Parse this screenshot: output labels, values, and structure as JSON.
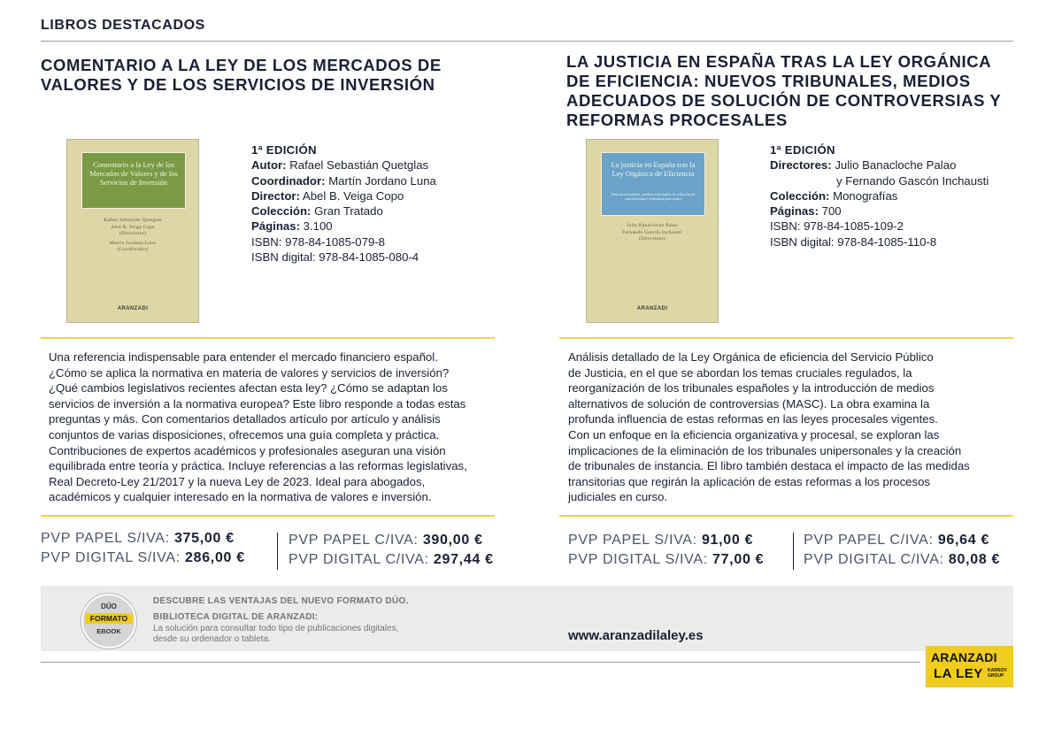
{
  "header": {
    "title": "LIBROS DESTACADOS"
  },
  "books": [
    {
      "title": "COMENTARIO A LA LEY DE LOS MERCADOS DE VALORES Y DE LOS SERVICIOS DE INVERSIÓN",
      "cover": {
        "title": "Comentario a la Ley de los Mercados de Valores y de los Servicios de Inversión",
        "authors": [
          "Rafael Sebastián Quetglas",
          "Abel B. Veiga Copo",
          "(Directores)",
          "Martín Jordano Luna",
          "(Coordinador)"
        ],
        "brand": "ARANZADI",
        "panel_color": "#7a9a46"
      },
      "edition": "1ª EDICIÓN",
      "meta": [
        {
          "label": "Autor:",
          "value": "Rafael Sebastián Quetglas"
        },
        {
          "label": "Coordinador:",
          "value": "Martín Jordano Luna"
        },
        {
          "label": "Director:",
          "value": "Abel B. Veiga Copo"
        },
        {
          "label": "Colección:",
          "value": "Gran Tratado"
        },
        {
          "label": "Páginas:",
          "value": "3.100"
        }
      ],
      "isbn": "ISBN: 978-84-1085-079-8",
      "isbn_digital": "ISBN digital: 978-84-1085-080-4",
      "description": [
        "Una referencia indispensable para entender el mercado financiero español.",
        "¿Cómo se aplica la normativa en materia de valores y servicios de inversión?",
        "¿Qué cambios legislativos recientes afectan esta ley? ¿Cómo se adaptan los",
        "servicios de inversión a la normativa europea? Este libro responde a todas estas",
        "preguntas y más. Con comentarios detallados artículo por artículo y análisis",
        "conjuntos de varias disposiciones, ofrecemos una guía completa y práctica.",
        "Contribuciones de expertos académicos y profesionales aseguran una visión",
        "equilibrada entre teoría y práctica. Incluye referencias a las reformas legislativas,",
        "Real Decreto-Ley 21/2017 y la nueva Ley de 2023. Ideal para abogados,",
        "académicos y cualquier interesado en la normativa de valores e inversión."
      ],
      "prices": {
        "papel_sin_label": "PVP PAPEL S/IVA:",
        "papel_sin": "375,00 €",
        "digital_sin_label": "PVP DIGITAL S/IVA:",
        "digital_sin": "286,00 €",
        "papel_con_label": "PVP PAPEL C/IVA:",
        "papel_con": "390,00 €",
        "digital_con_label": "PVP DIGITAL C/IVA:",
        "digital_con": "297,44 €"
      }
    },
    {
      "title": "LA JUSTICIA EN ESPAÑA TRAS LA LEY ORGÁNICA DE EFICIENCIA: NUEVOS TRIBUNALES, MEDIOS ADECUADOS DE SOLUCIÓN DE CONTROVERSIAS Y REFORMAS PROCESALES",
      "cover": {
        "title": "La justicia en España tras la Ley Orgánica de Eficiencia",
        "subtitle": "Nuevos tribunales, medios adecuados de solución de controversias y reformas procesales",
        "authors": [
          "Julio Banacloche Palao",
          "Fernando Gascón Inchausti",
          "(Directores)"
        ],
        "brand": "ARANZADI",
        "panel_color": "#6ba3c8"
      },
      "edition": "1ª EDICIÓN",
      "directors_label": "Directores:",
      "directors": [
        "Julio Banacloche Palao",
        "y Fernando Gascón Inchausti"
      ],
      "meta": [
        {
          "label": "Colección:",
          "value": "Monografías"
        },
        {
          "label": "Páginas:",
          "value": "700"
        }
      ],
      "isbn": "ISBN: 978-84-1085-109-2",
      "isbn_digital": "ISBN digital: 978-84-1085-110-8",
      "description": [
        "Análisis detallado de la Ley Orgánica de eficiencia del Servicio Público",
        "de Justicia, en el que se abordan los temas cruciales regulados, la",
        "reorganización de los tribunales españoles y la introducción de medios",
        "alternativos de solución de controversias (MASC). La obra examina la",
        "profunda influencia de estas reformas en las leyes procesales vigentes.",
        "Con un enfoque en la eficiencia organizativa y procesal, se exploran las",
        "implicaciones de la eliminación de los tribunales unipersonales y la creación",
        "de tribunales de instancia. El libro también destaca el impacto de las medidas",
        "transitorias que regirán la aplicación de estas reformas a los procesos",
        "judiciales en curso."
      ],
      "prices": {
        "papel_sin_label": "PVP PAPEL S/IVA:",
        "papel_sin": "91,00 €",
        "digital_sin_label": "PVP DIGITAL S/IVA:",
        "digital_sin": "77,00 €",
        "papel_con_label": "PVP PAPEL C/IVA:",
        "papel_con": "96,64 €",
        "digital_con_label": "PVP DIGITAL C/IVA:",
        "digital_con": "80,08 €"
      }
    }
  ],
  "duo": {
    "badge": {
      "top": "DÚO",
      "middle": "FORMATO",
      "bottom": "EBOOK"
    },
    "heading": "DESCUBRE LAS VENTAJAS DEL NUEVO FORMATO DÚO.",
    "subheading": "BIBLIOTECA DIGITAL DE ARANZADI:",
    "text_lines": [
      "La solución para consultar todo tipo de publicaciones digitales,",
      "desde su ordenador o tableta."
    ],
    "url": "www.aranzadilaley.es"
  },
  "logo": {
    "line1": "ARANZADI",
    "line2": "LA LEY",
    "tag_lines": [
      "KARNOV",
      "GROUP"
    ],
    "color": "#f0cc1e"
  }
}
